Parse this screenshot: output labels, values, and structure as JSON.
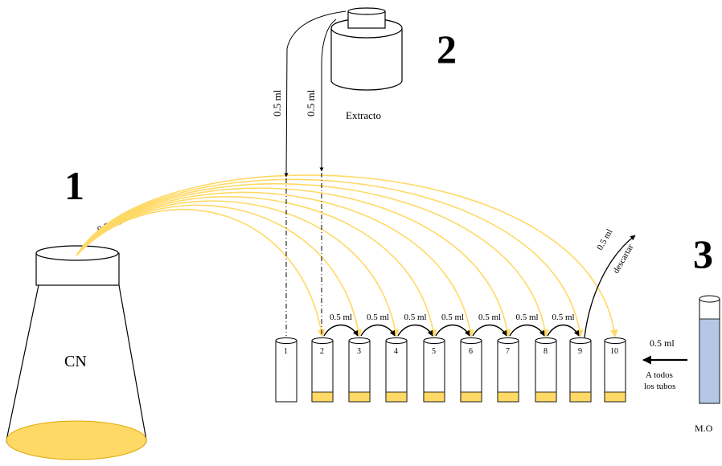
{
  "steps": {
    "one": "1",
    "two": "2",
    "three": "3"
  },
  "flask": {
    "label": "CN",
    "transfer_volume": "0.5 ml"
  },
  "extract": {
    "label": "Extracto",
    "volume_left": "0.5 ml",
    "volume_right": "0.5 ml"
  },
  "tubes": [
    "1",
    "2",
    "3",
    "4",
    "5",
    "6",
    "7",
    "8",
    "9",
    "10"
  ],
  "serial_transfer_volume": "0.5 ml",
  "discard": {
    "volume": "0.5 ml",
    "label": "descartar"
  },
  "microorganism": {
    "volume": "0.5 ml",
    "note_line1": "A todos",
    "note_line2": "los tubos",
    "label": "M.O"
  },
  "colors": {
    "culture_yellow": "#FFD966",
    "culture_outline": "#E0A800",
    "arrow_yellow": "#FFD966",
    "inoculum_blue": "#B4C7E7"
  }
}
